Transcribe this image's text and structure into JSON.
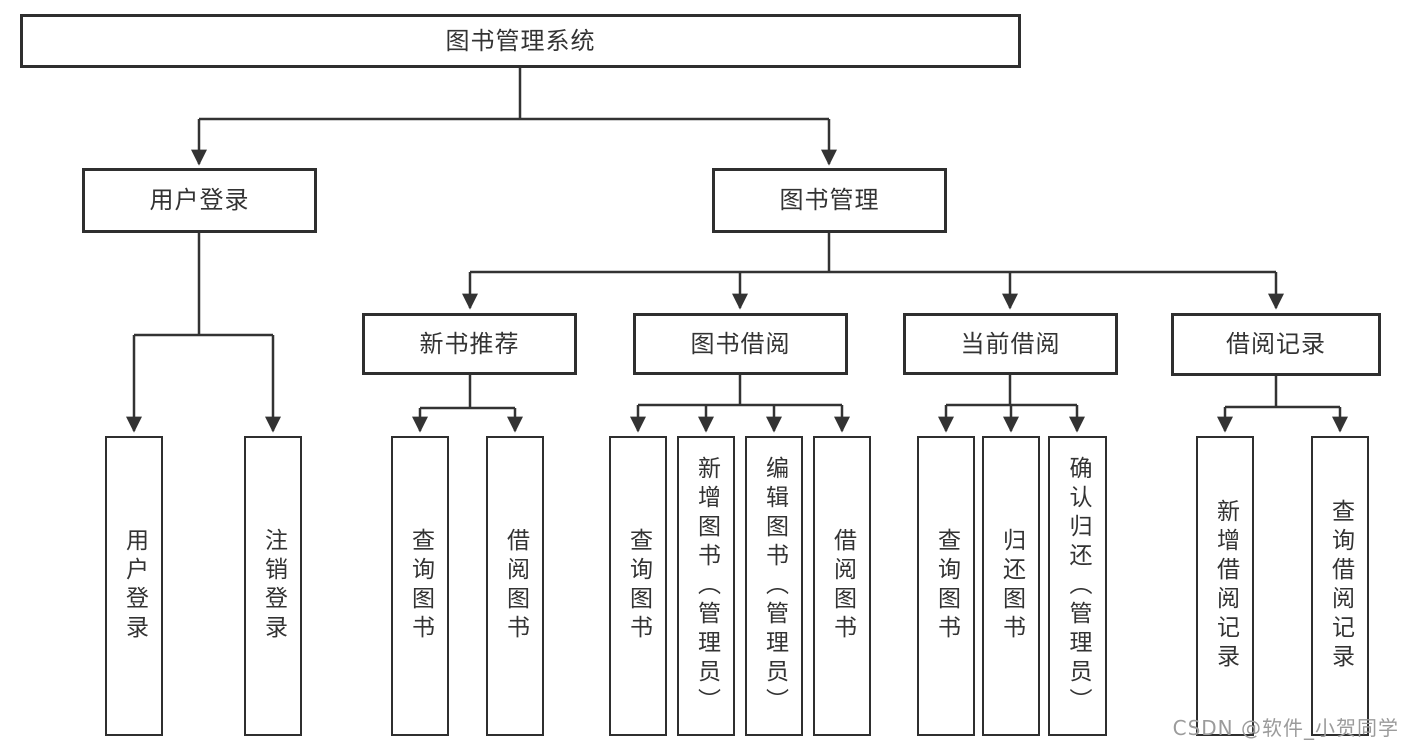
{
  "diagram_type": "hierarchy-tree",
  "colors": {
    "line": "#333333",
    "box_border": "#2f2f2f",
    "box_fill": "#ffffff",
    "text": "#333333",
    "watermark_text": "#9b9b9b"
  },
  "tree": {
    "label": "图书管理系统",
    "children": [
      {
        "label": "用户登录",
        "children": [
          {
            "label": "用户登录"
          },
          {
            "label": "注销登录"
          }
        ]
      },
      {
        "label": "图书管理",
        "children": [
          {
            "label": "新书推荐",
            "children": [
              {
                "label": "查询图书"
              },
              {
                "label": "借阅图书"
              }
            ]
          },
          {
            "label": "图书借阅",
            "children": [
              {
                "label": "查询图书"
              },
              {
                "label": "新增图书（管理员）"
              },
              {
                "label": "编辑图书（管理员）"
              },
              {
                "label": "借阅图书"
              }
            ]
          },
          {
            "label": "当前借阅",
            "children": [
              {
                "label": "查询图书"
              },
              {
                "label": "归还图书"
              },
              {
                "label": "确认归还（管理员）"
              }
            ]
          },
          {
            "label": "借阅记录",
            "children": [
              {
                "label": "新增借阅记录"
              },
              {
                "label": "查询借阅记录"
              }
            ]
          }
        ]
      }
    ]
  },
  "watermark": "CSDN @软件_小贺同学"
}
